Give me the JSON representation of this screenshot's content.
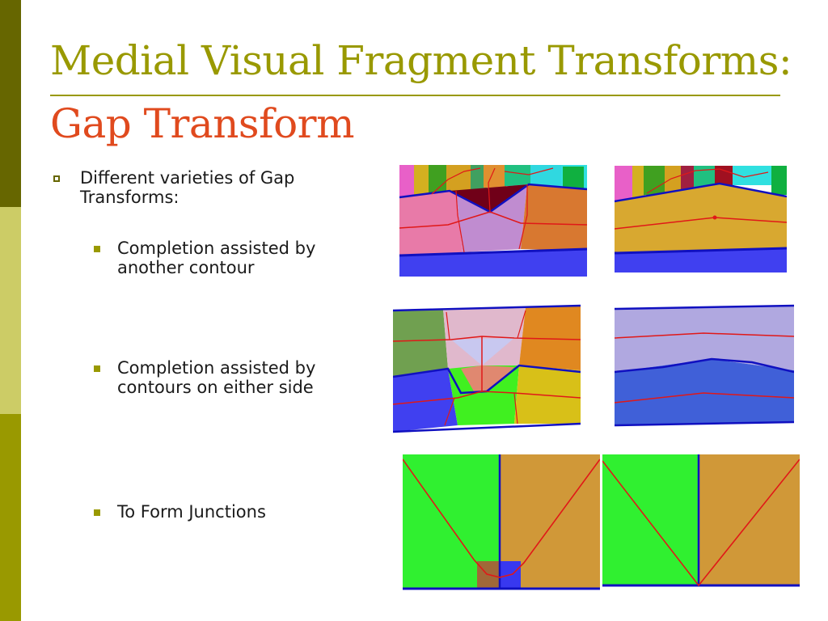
{
  "slide": {
    "title_line1": "Medial Visual Fragment Transforms:",
    "title_line2": "Gap Transform",
    "colors": {
      "title_olive": "#999900",
      "title_orange": "#e04a1e",
      "sidebar_dark": "#666600",
      "sidebar_light": "#cccc66",
      "sidebar_mid": "#999900"
    }
  },
  "bullets": {
    "main": "Different varieties of Gap Transforms:",
    "sub1": "Completion assisted by another contour",
    "sub2": "Completion assisted by contours on either side",
    "sub3": "To Form Junctions",
    "main_icon": "hollow-square-bullet-icon",
    "sub_icon": "filled-square-bullet-icon"
  }
}
